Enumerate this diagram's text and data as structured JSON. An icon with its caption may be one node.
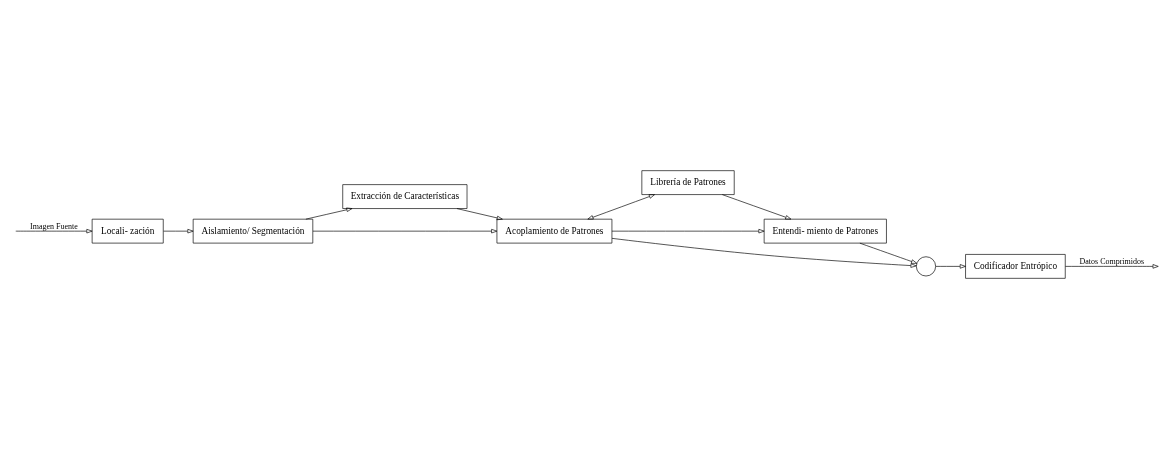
{
  "diagram": {
    "nodes": [
      {
        "text": [
          "Locali- zación"
        ]
      },
      {
        "text": [
          "Extracción de Características"
        ]
      },
      {
        "text": [
          "Librería de Patrones"
        ]
      },
      {
        "text": [
          "Entendi- miento de Patrones"
        ]
      },
      {
        "text": [
          "Aislamiento/ Segmentación"
        ]
      },
      {
        "text": [
          "Acoplamiento de Patrones"
        ]
      },
      {
        "text": [],
        "shape": "circle"
      },
      {
        "text": [
          "Codificador Entrópico"
        ]
      }
    ],
    "edges": [
      {
        "from": null,
        "to": 0,
        "arrow": "to",
        "label": "Imagen Fuente"
      },
      {
        "from": 0,
        "to": 4,
        "arrow": "to"
      },
      {
        "from": 4,
        "to": 1,
        "arrow": "to"
      },
      {
        "from": 4,
        "to": 5,
        "arrow": "to"
      },
      {
        "from": 1,
        "to": 5,
        "arrow": "to"
      },
      {
        "from": 5,
        "to": 2,
        "arrow": "both"
      },
      {
        "from": 2,
        "to": 3,
        "arrow": "to"
      },
      {
        "from": 5,
        "to": 3,
        "arrow": "to"
      },
      {
        "from": 3,
        "to": 6,
        "arrow": "to"
      },
      {
        "from": 5,
        "to": 6,
        "arrow": "to"
      },
      {
        "from": 6,
        "to": 7,
        "arrow": "to"
      },
      {
        "from": 7,
        "to": null,
        "arrow": "to",
        "label": "Datos Comprimidos"
      }
    ]
  }
}
